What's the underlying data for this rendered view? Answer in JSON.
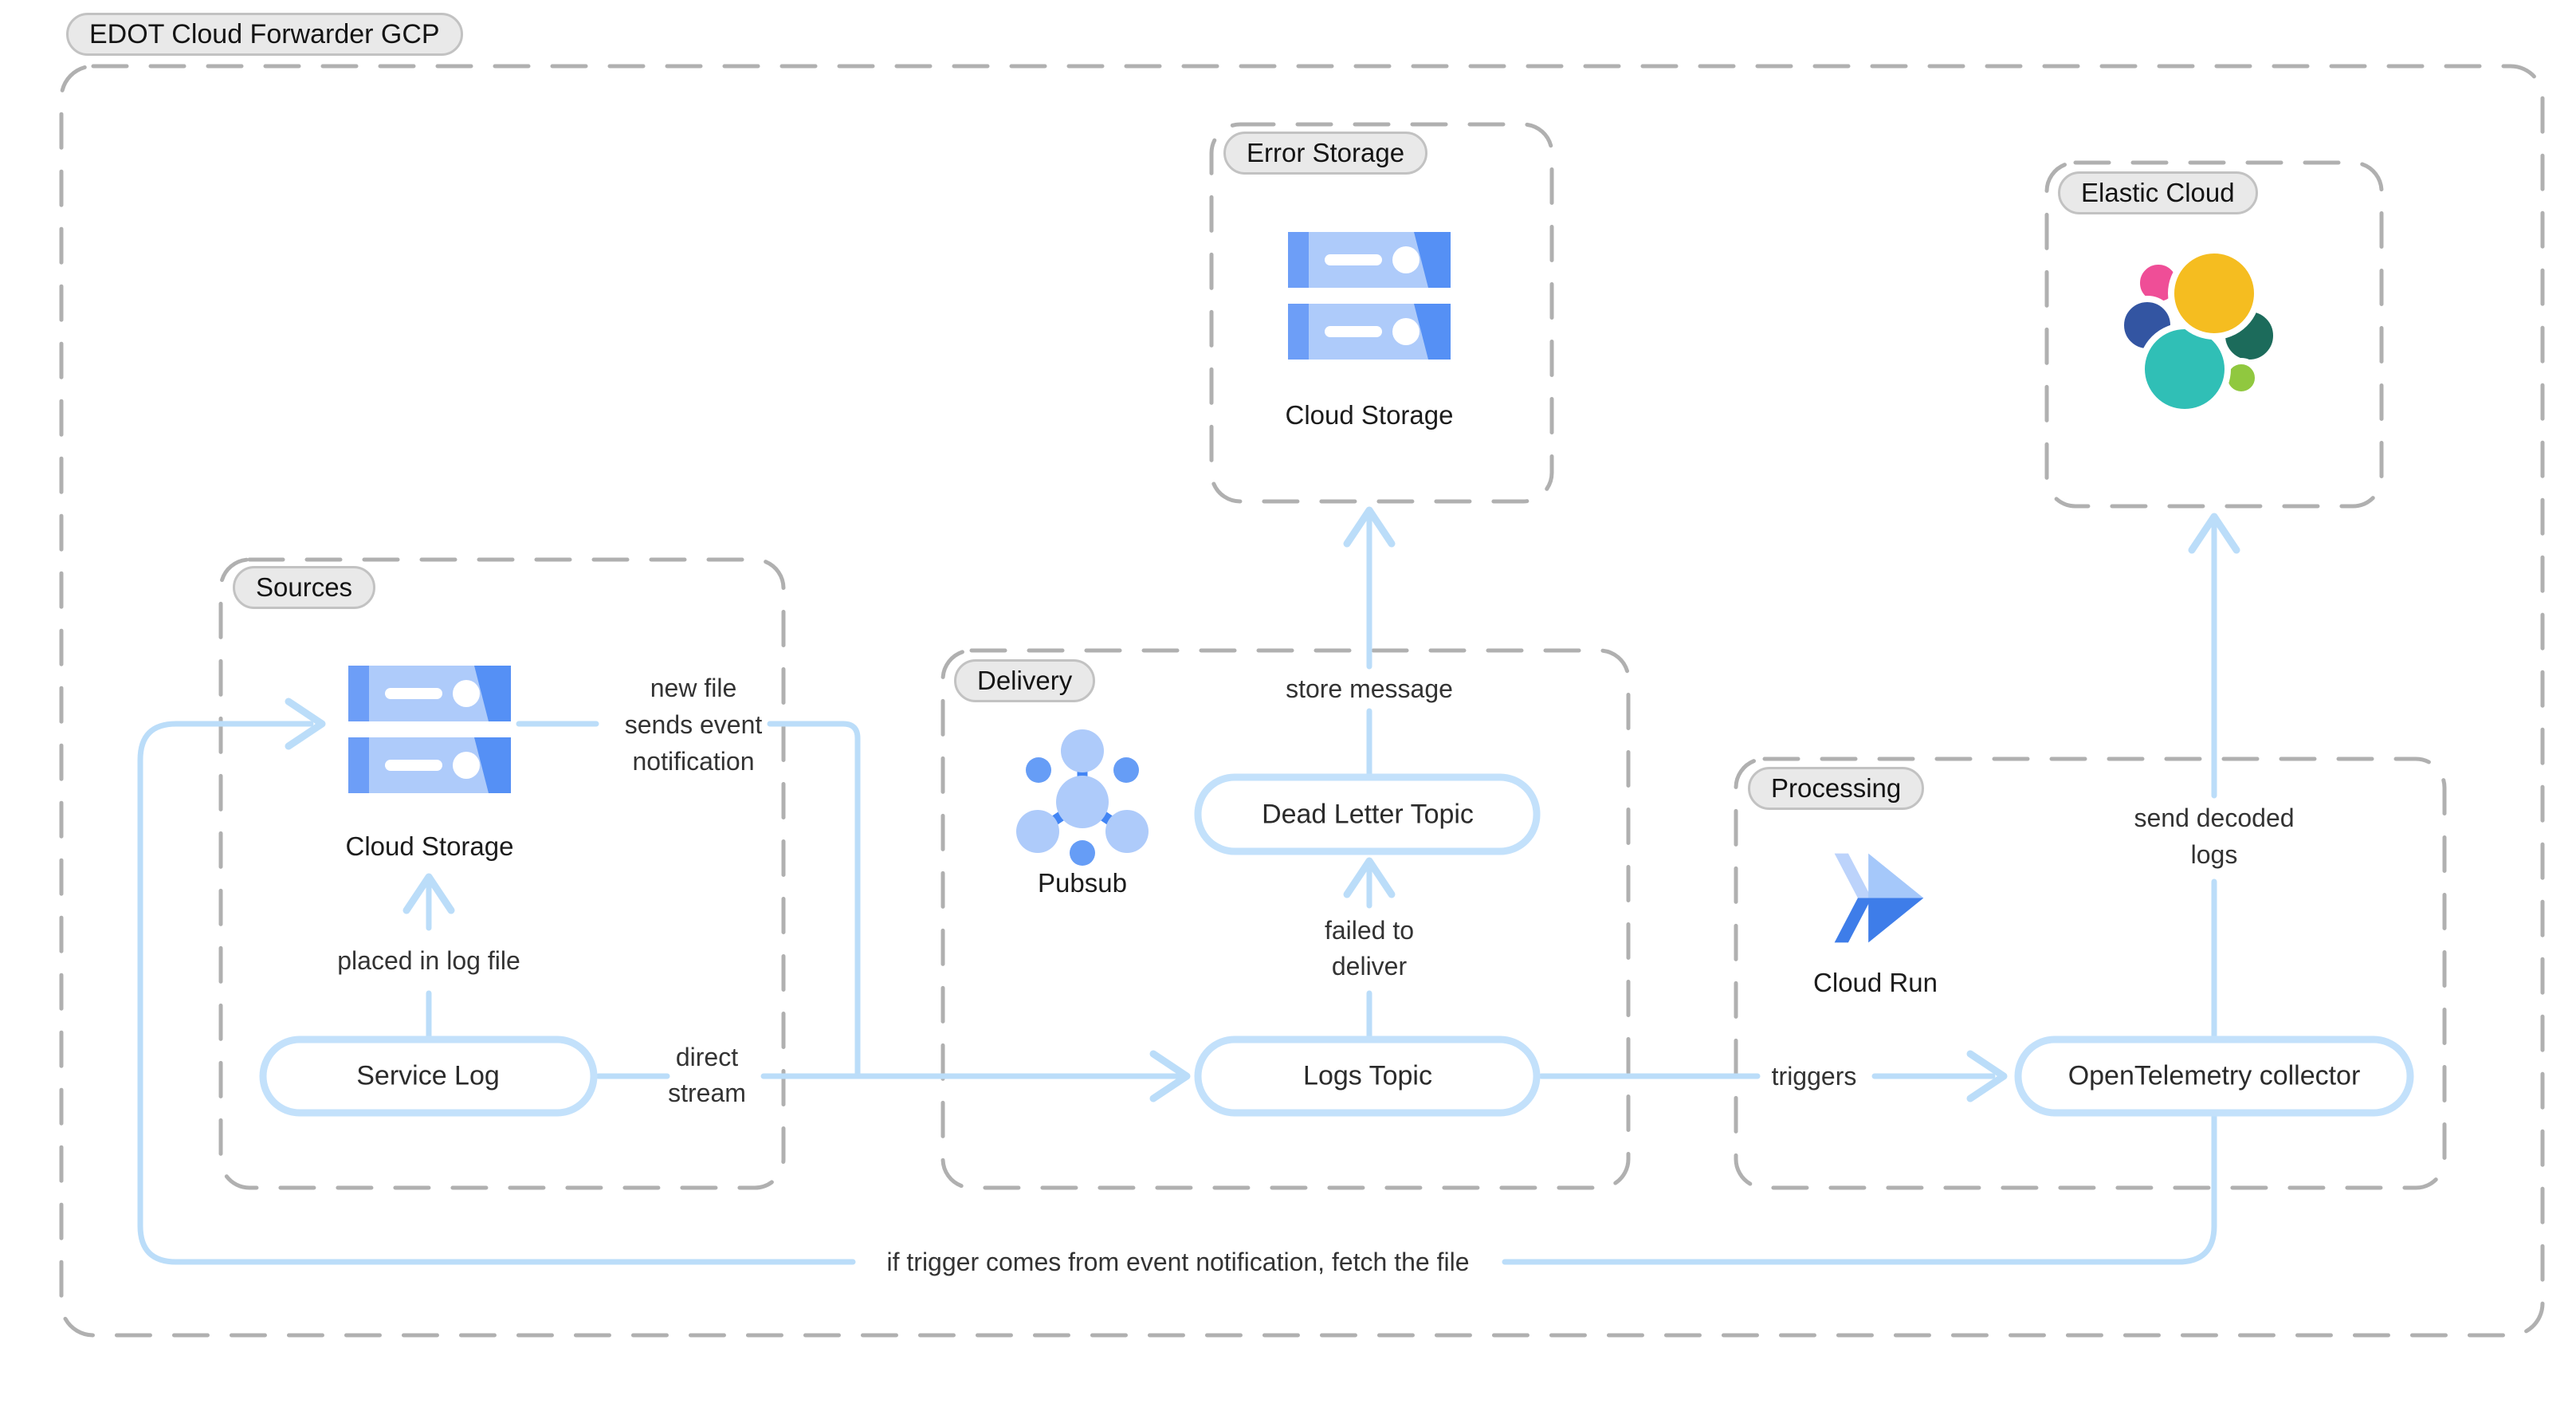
{
  "title": "EDOT Cloud Forwarder GCP",
  "groups": {
    "sources": {
      "label": "Sources"
    },
    "delivery": {
      "label": "Delivery"
    },
    "processing": {
      "label": "Processing"
    },
    "error_storage": {
      "label": "Error Storage"
    },
    "elastic_cloud": {
      "label": "Elastic Cloud"
    }
  },
  "nodes": {
    "service_log": {
      "label": "Service Log"
    },
    "dead_letter_topic": {
      "label": "Dead Letter Topic"
    },
    "logs_topic": {
      "label": "Logs Topic"
    },
    "otel_collector": {
      "label": "OpenTelemetry collector"
    }
  },
  "icons": {
    "cloud_storage_sources": {
      "name": "cloud-storage-icon",
      "caption": "Cloud Storage"
    },
    "cloud_storage_error": {
      "name": "cloud-storage-icon",
      "caption": "Cloud Storage"
    },
    "pubsub": {
      "name": "pubsub-icon",
      "caption": "Pubsub"
    },
    "cloud_run": {
      "name": "cloud-run-icon",
      "caption": "Cloud Run"
    },
    "elastic": {
      "name": "elastic-logo"
    }
  },
  "edge_labels": {
    "new_file": [
      "new file",
      "sends event",
      "notification"
    ],
    "placed_in_log": [
      "placed in log file"
    ],
    "direct_stream": [
      "direct",
      "stream"
    ],
    "store_message": [
      "store message"
    ],
    "failed_to_deliver": [
      "failed to",
      "deliver"
    ],
    "triggers": [
      "triggers"
    ],
    "send_decoded_logs": [
      "send decoded",
      "logs"
    ],
    "fetch_file": [
      "if trigger comes from event notification, fetch the file"
    ]
  },
  "colors": {
    "connector_blue": "#bbddf9",
    "node_border_blue": "#c3e1fb",
    "dashed_border_gray": "#b0b0b0",
    "pill_background": "#e9e9e9",
    "pill_border": "#c2c2c2",
    "gcp_light_blue": "#aecbfa",
    "gcp_medium_blue": "#669df6",
    "gcp_blue": "#4285f4",
    "cloud_run_dark": "#3e7de9",
    "elastic_yellow": "#f5bd20",
    "elastic_pink": "#ef4e97",
    "elastic_navy": "#3355a2",
    "elastic_teal": "#30bfb6",
    "elastic_dark_green": "#1c6b5b",
    "elastic_light_green": "#90c83f"
  }
}
